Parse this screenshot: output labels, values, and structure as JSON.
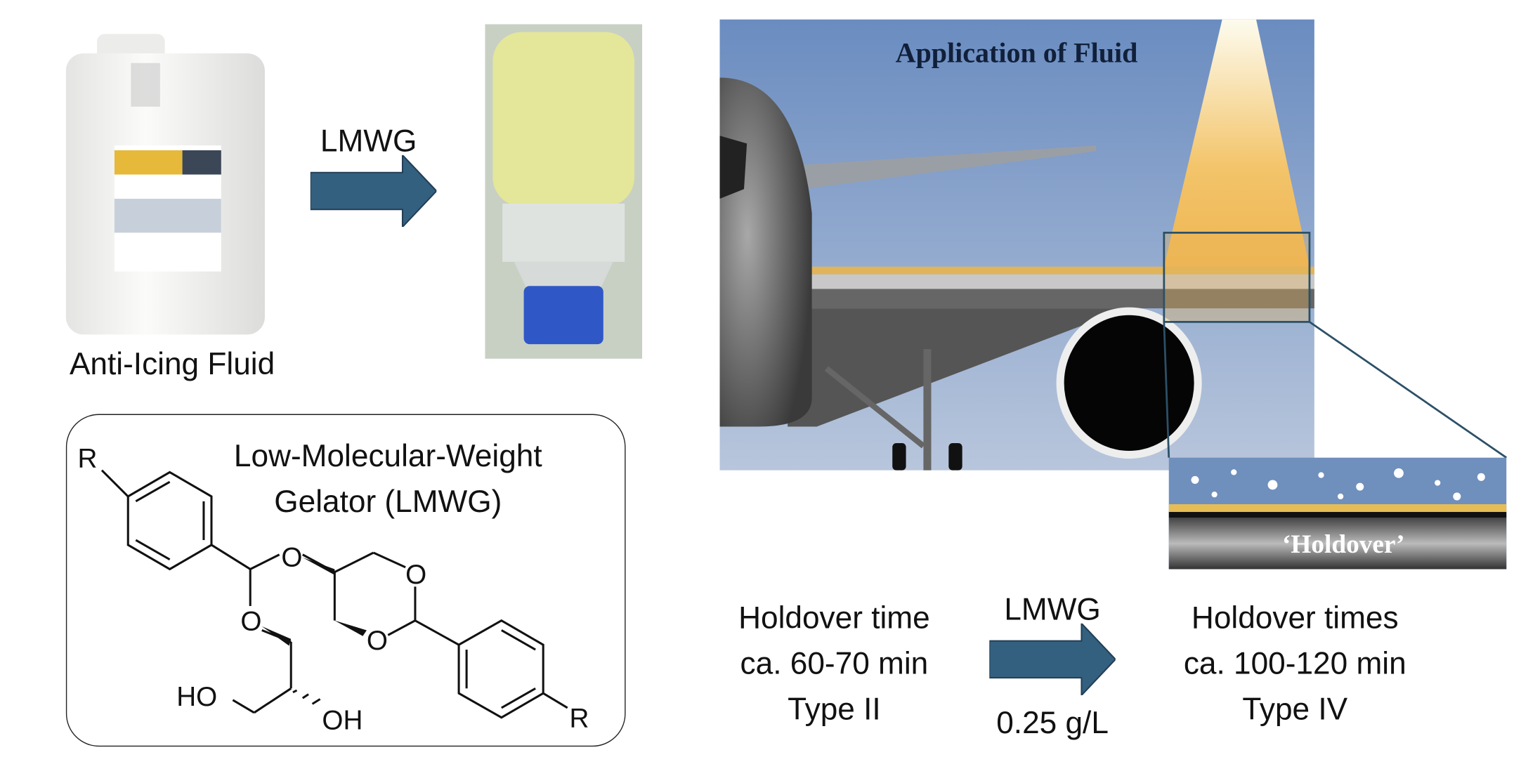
{
  "top_left": {
    "product_label": "Anti-Icing Fluid",
    "arrow_label": "LMWG"
  },
  "gelator_box": {
    "title_line1": "Low-Molecular-Weight",
    "title_line2": "Gelator (LMWG)",
    "atoms": {
      "r_top": "R",
      "r_bottom": "R",
      "o1": "O",
      "o2": "O",
      "o3": "O",
      "o4": "O",
      "ho": "HO",
      "oh": "OH"
    }
  },
  "illustration": {
    "title": "Application of Fluid",
    "inset_label": "‘Holdover’"
  },
  "bottom": {
    "left_lines": [
      "Holdover time",
      "ca. 60-70 min",
      "Type II"
    ],
    "arrow_label_top": "LMWG",
    "arrow_label_bottom": "0.25 g/L",
    "right_lines": [
      "Holdover times",
      "ca. 100-120 min",
      "Type IV"
    ]
  },
  "colors": {
    "arrow": "#34607f",
    "sky": "#7d9ac6",
    "fluid": "#e8b85a"
  }
}
